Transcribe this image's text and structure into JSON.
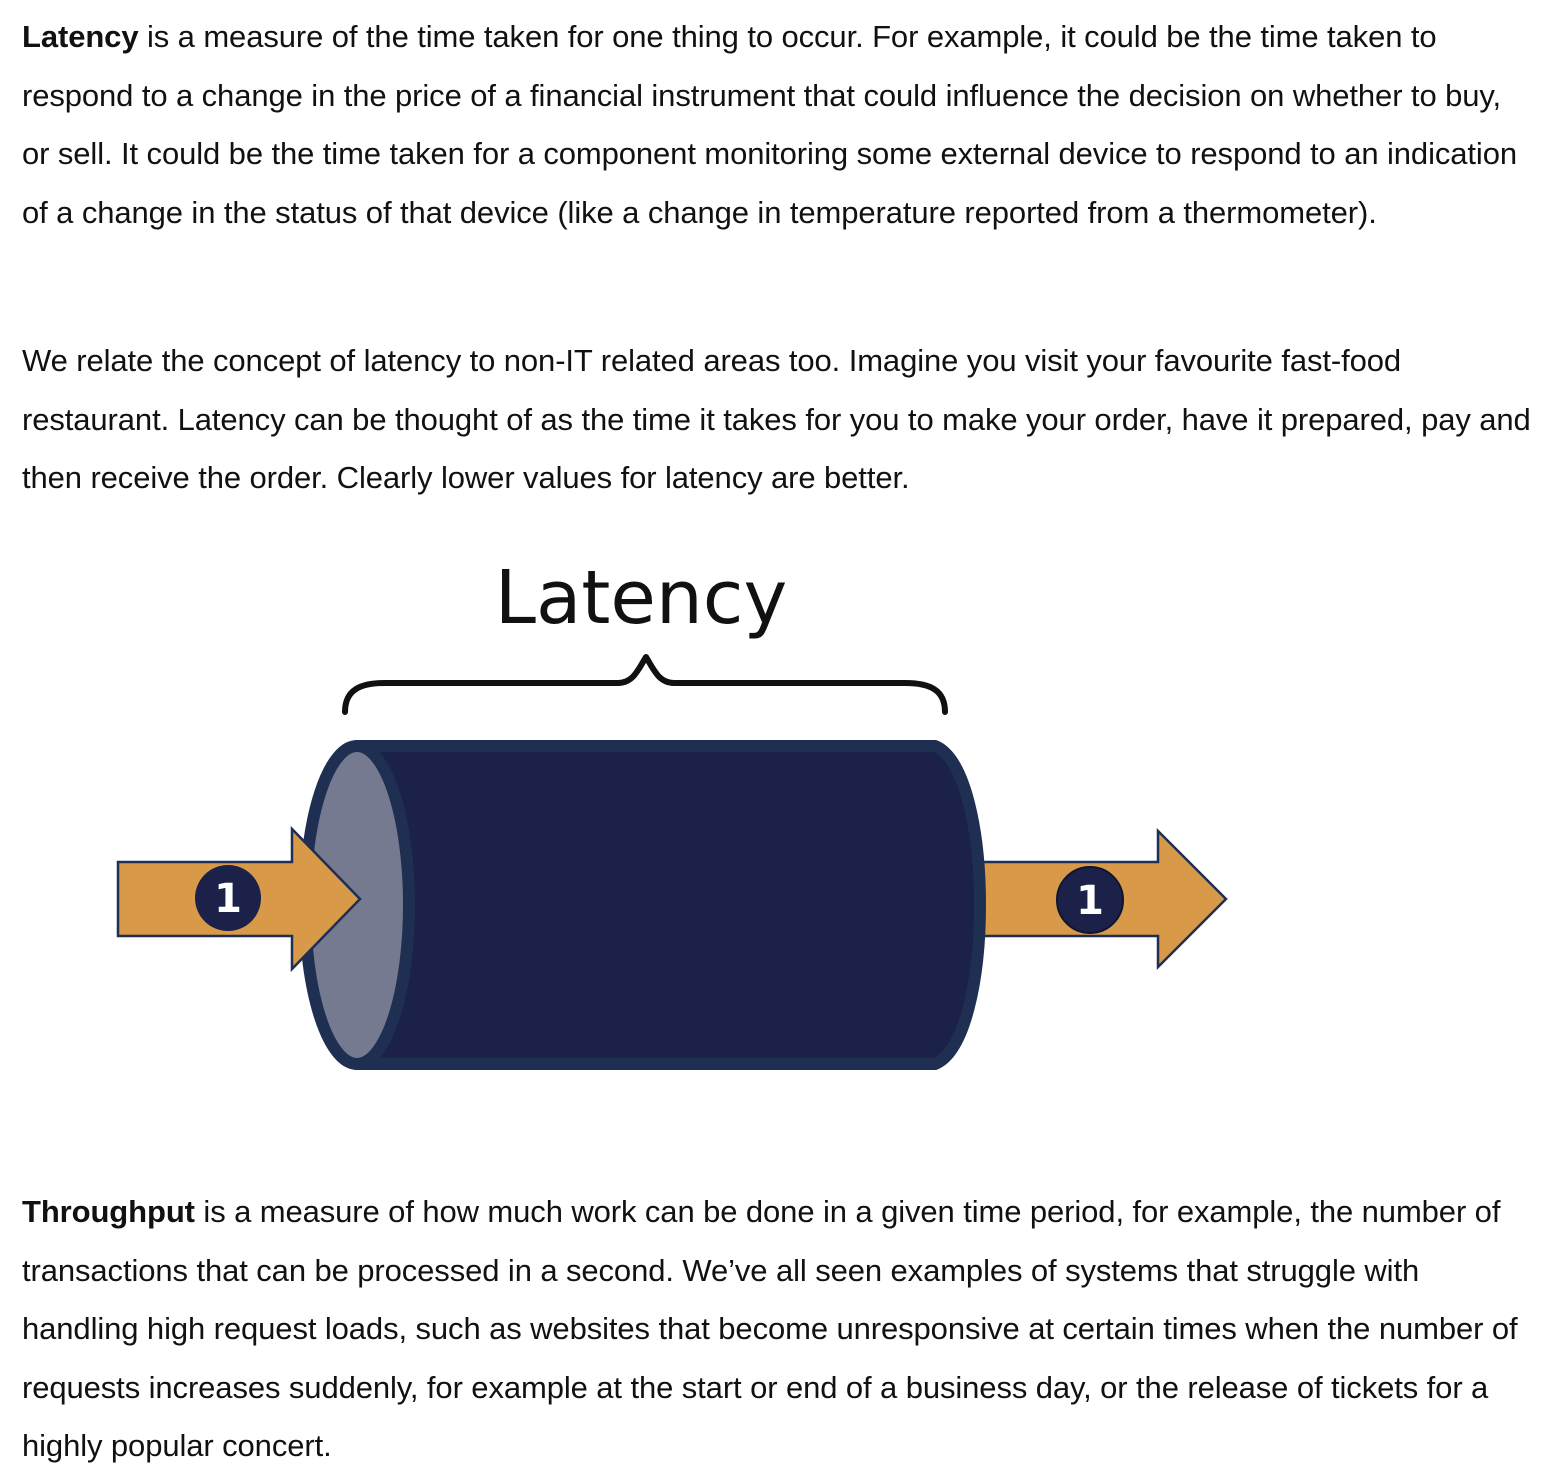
{
  "paragraphs": [
    {
      "bold": "Latency",
      "text": " is a measure of the time taken for one thing to occur. For example, it could be the time taken to respond to a change in the price of a financial instrument that could influence the decision on whether to buy, or sell. It could be the time taken for a component monitoring some external device to respond to an indication of a change in the status of that device (like a change in temperature reported from a thermometer)."
    },
    {
      "text": "We relate the concept of latency to non-IT related areas too. Imagine you visit your favourite fast-food restaurant. Latency can be thought of as the time it takes for you to make your order, have it prepared, pay and then receive the order. Clearly lower values for latency are better."
    },
    {
      "bold": "Throughput",
      "text": " is a measure of how much work can be done in a given time period, for example, the number of transactions that can be processed in a second. We’ve all seen examples of systems that struggle with handling high request loads, such as websites that become unresponsive at certain times when the number of requests increases suddenly, for example at the start or end of a business day, or the release of tickets for a highly popular concert."
    }
  ],
  "diagram": {
    "label": "Latency",
    "input_badge": "1",
    "output_badge": "1",
    "colors": {
      "arrow_fill": "#D89A48",
      "arrow_stroke": "#1E2F55",
      "pipe_body": "#1B2149",
      "pipe_outline": "#1F2F52",
      "pipe_mouth": "#767A90",
      "badge_fill": "#1B2149",
      "text": "#111111"
    }
  }
}
